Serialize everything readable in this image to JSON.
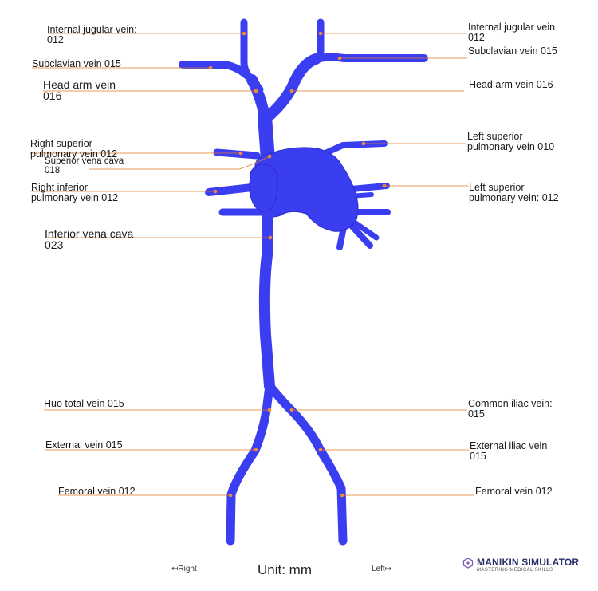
{
  "labels": {
    "right_internal_jugular": [
      "Internal jugular vein:",
      "012"
    ],
    "right_subclavian": [
      "Subclavian vein 015"
    ],
    "right_head_arm": [
      "Head arm vein",
      "016"
    ],
    "right_superior_pulmonary": [
      "Right superior",
      "pulmonary vein 012"
    ],
    "superior_vena_cava": [
      "Superior vena cava",
      "018"
    ],
    "right_inferior_pulmonary": [
      "Right inferior",
      "pulmonary vein 012"
    ],
    "inferior_vena_cava": [
      "Inferior vena cava",
      "023"
    ],
    "huo_total": [
      "Huo total vein 015"
    ],
    "right_external": [
      "External vein 015"
    ],
    "right_femoral": [
      "Femoral vein 012"
    ],
    "left_internal_jugular": [
      "Internal jugular vein",
      "012"
    ],
    "left_subclavian": [
      "Subclavian vein 015"
    ],
    "left_head_arm": [
      "Head arm vein 016"
    ],
    "left_superior_pulmonary_010": [
      "Left superior",
      "pulmonary vein 010"
    ],
    "left_superior_pulmonary_012": [
      "Left superior",
      "pulmonary vein: 012"
    ],
    "common_iliac": [
      "Common iliac vein:",
      "015"
    ],
    "external_iliac": [
      "External iliac vein",
      "015"
    ],
    "left_femoral": [
      "Femoral vein 012"
    ]
  },
  "footer": {
    "right": "Right",
    "unit": "Unit: mm",
    "left": "Left",
    "brand_name": "MANIKIN SIMULATOR",
    "brand_tagline": "MASTERING MEDICAL SKILLS"
  },
  "colors": {
    "vein": "#3a3ef0",
    "vein_dark": "#2a2cc8",
    "leader": "#e07a2a",
    "dot": "#f08a3a"
  }
}
